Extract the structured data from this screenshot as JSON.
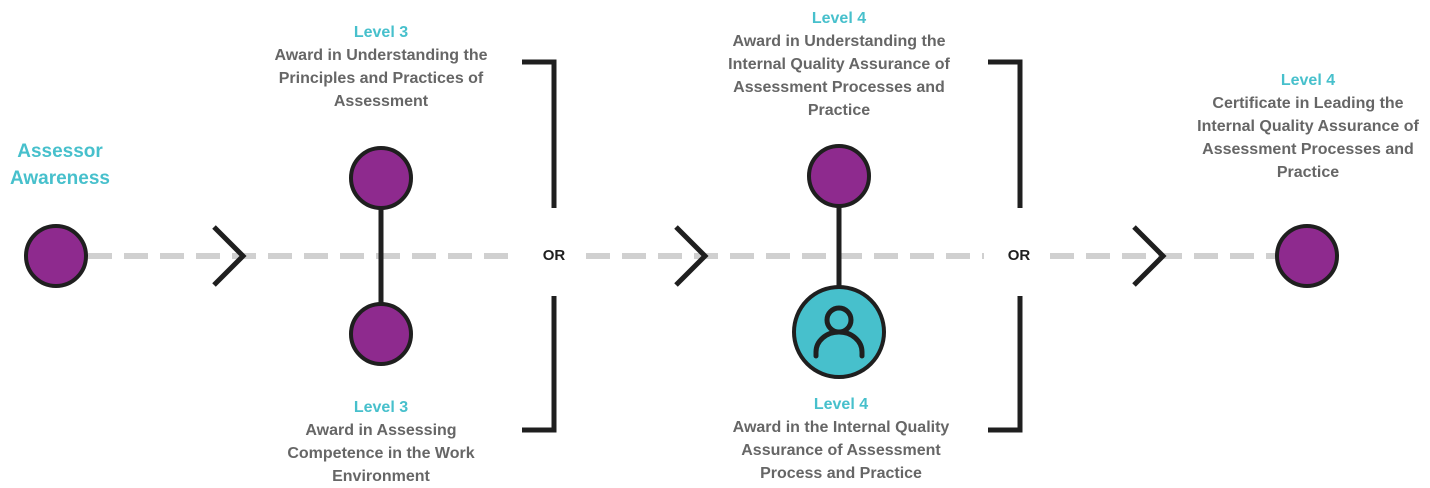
{
  "start": {
    "label": "Assessor Awareness"
  },
  "stage1": {
    "top": {
      "level": "Level 3",
      "title": "Award in Understanding the Principles and Practices of Assessment"
    },
    "bottom": {
      "level": "Level 3",
      "title": "Award in Assessing Competence in the Work Environment"
    },
    "connector": "OR"
  },
  "stage2": {
    "top": {
      "level": "Level 4",
      "title": "Award in Understanding the Internal Quality Assurance of Assessment Processes and Practice"
    },
    "bottom": {
      "level": "Level 4",
      "title": "Award in the Internal Quality Assurance of Assessment Process and Practice",
      "icon": "person-icon"
    },
    "connector": "OR"
  },
  "end": {
    "level": "Level 4",
    "title": "Certificate in Leading the Internal Quality Assurance of Assessment Processes and Practice"
  },
  "colors": {
    "node": "#8e2a8e",
    "node_outline": "#1f1f1f",
    "accent": "#47c0cc",
    "label_text": "#666666",
    "dashed_line": "#d0d0d0",
    "stroke": "#1f1f1f"
  }
}
